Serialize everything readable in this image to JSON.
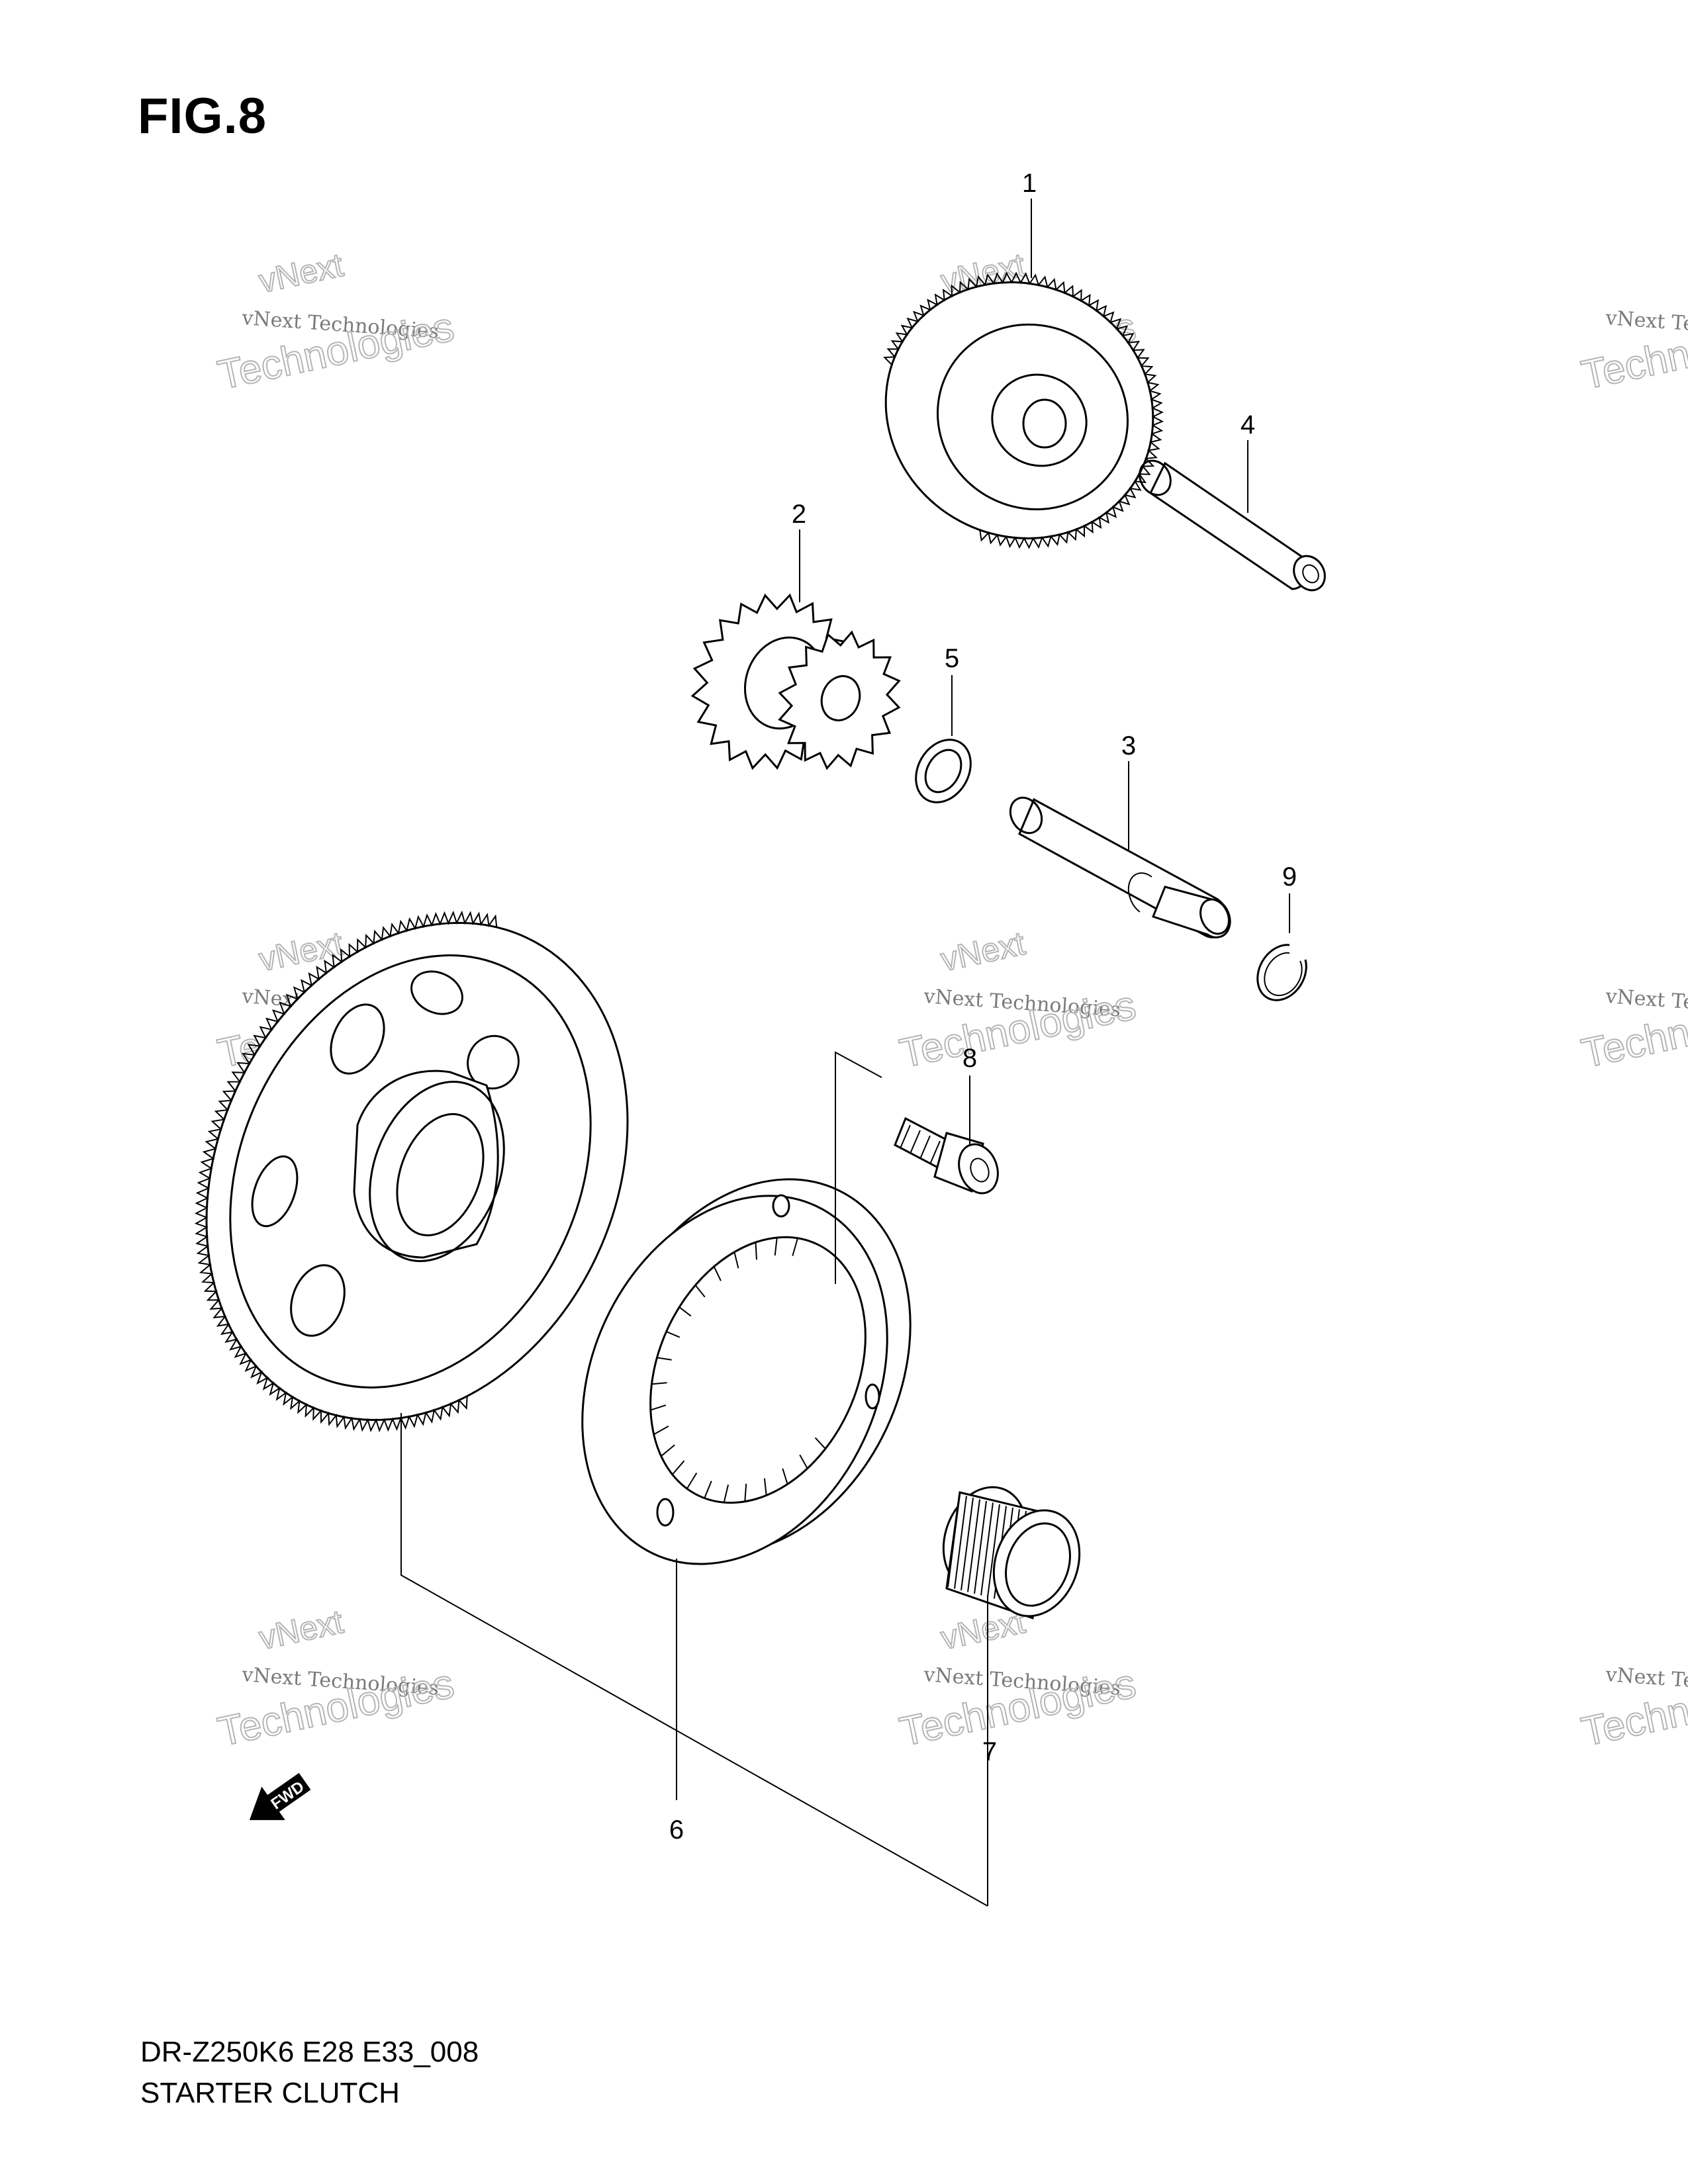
{
  "figure": {
    "title": "FIG.8"
  },
  "footer": {
    "model_code": "DR-Z250K6 E28 E33_008",
    "assembly_name": "STARTER CLUTCH"
  },
  "callouts": {
    "part_1": "1",
    "part_2": "2",
    "part_3": "3",
    "part_4": "4",
    "part_5": "5",
    "part_6": "6",
    "part_7": "7",
    "part_8": "8",
    "part_9": "9"
  },
  "direction_arrow": {
    "label": "FWD"
  },
  "watermark": {
    "line_small": "vNext Technologies",
    "line_big": "Technologies",
    "line_next": "vNext"
  },
  "colors": {
    "ink": "#000000",
    "watermark": "#b5b5b5",
    "background": "#ffffff"
  }
}
